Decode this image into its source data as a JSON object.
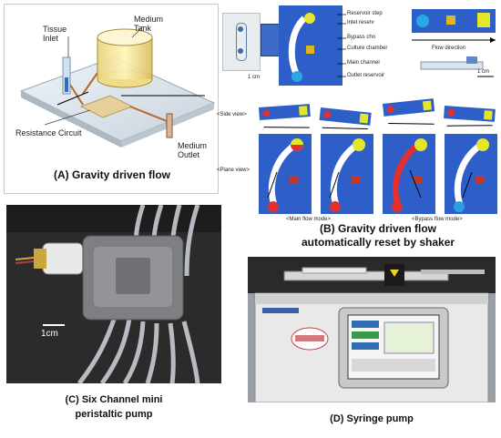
{
  "panelA": {
    "label_tissue_inlet": "Tissue Inlet",
    "label_medium_tank": "Medium Tank",
    "label_resistance_circuit": "Resistance Circuit",
    "label_medium_outlet": "Medium Outlet",
    "caption": "(A) Gravity driven flow"
  },
  "panelB": {
    "label_reservoir_step": "Reservoir step",
    "label_inlet_reservoir": "Inlet reserv",
    "label_bypass": "Bypass chn",
    "label_culture_chamber": "Culture chamber",
    "label_main_channel": "Main channel",
    "label_outlet_reservoir": "Outlet reservoir",
    "label_flow_direction": "Flow direction",
    "scale_1": "1 cm",
    "scale_2": "1 cm",
    "side_view": "<Side view>",
    "plane_view": "<Plane view>",
    "main_flow_mode": "<Main flow mode>",
    "bypass_flow_mode": "<Bypass flow mode>",
    "caption_line1": "(B) Gravity driven flow",
    "caption_line2": "automatically reset by shaker"
  },
  "panelC": {
    "scale": "1cm",
    "caption_line1": "(C) Six Channel mini",
    "caption_line2": "peristaltic pump"
  },
  "panelD": {
    "caption": "(D) Syringe pump"
  }
}
